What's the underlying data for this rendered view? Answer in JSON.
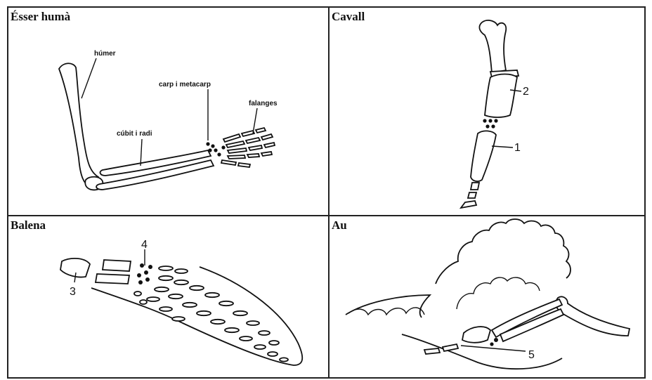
{
  "panels": {
    "human": {
      "title": "Ésser humà",
      "labels": {
        "humerus": "húmer",
        "carpal": "carp i metacarp",
        "phalanges": "falanges",
        "ulna_radius": "cúbit i radi"
      }
    },
    "horse": {
      "title": "Cavall",
      "labels": {
        "n2": "2",
        "n1": "1"
      }
    },
    "whale": {
      "title": "Balena",
      "labels": {
        "n4": "4",
        "n3": "3"
      }
    },
    "bird": {
      "title": "Au",
      "labels": {
        "n5": "5"
      }
    }
  },
  "colors": {
    "ink": "#111111",
    "background": "#ffffff",
    "frame": "#222222"
  }
}
